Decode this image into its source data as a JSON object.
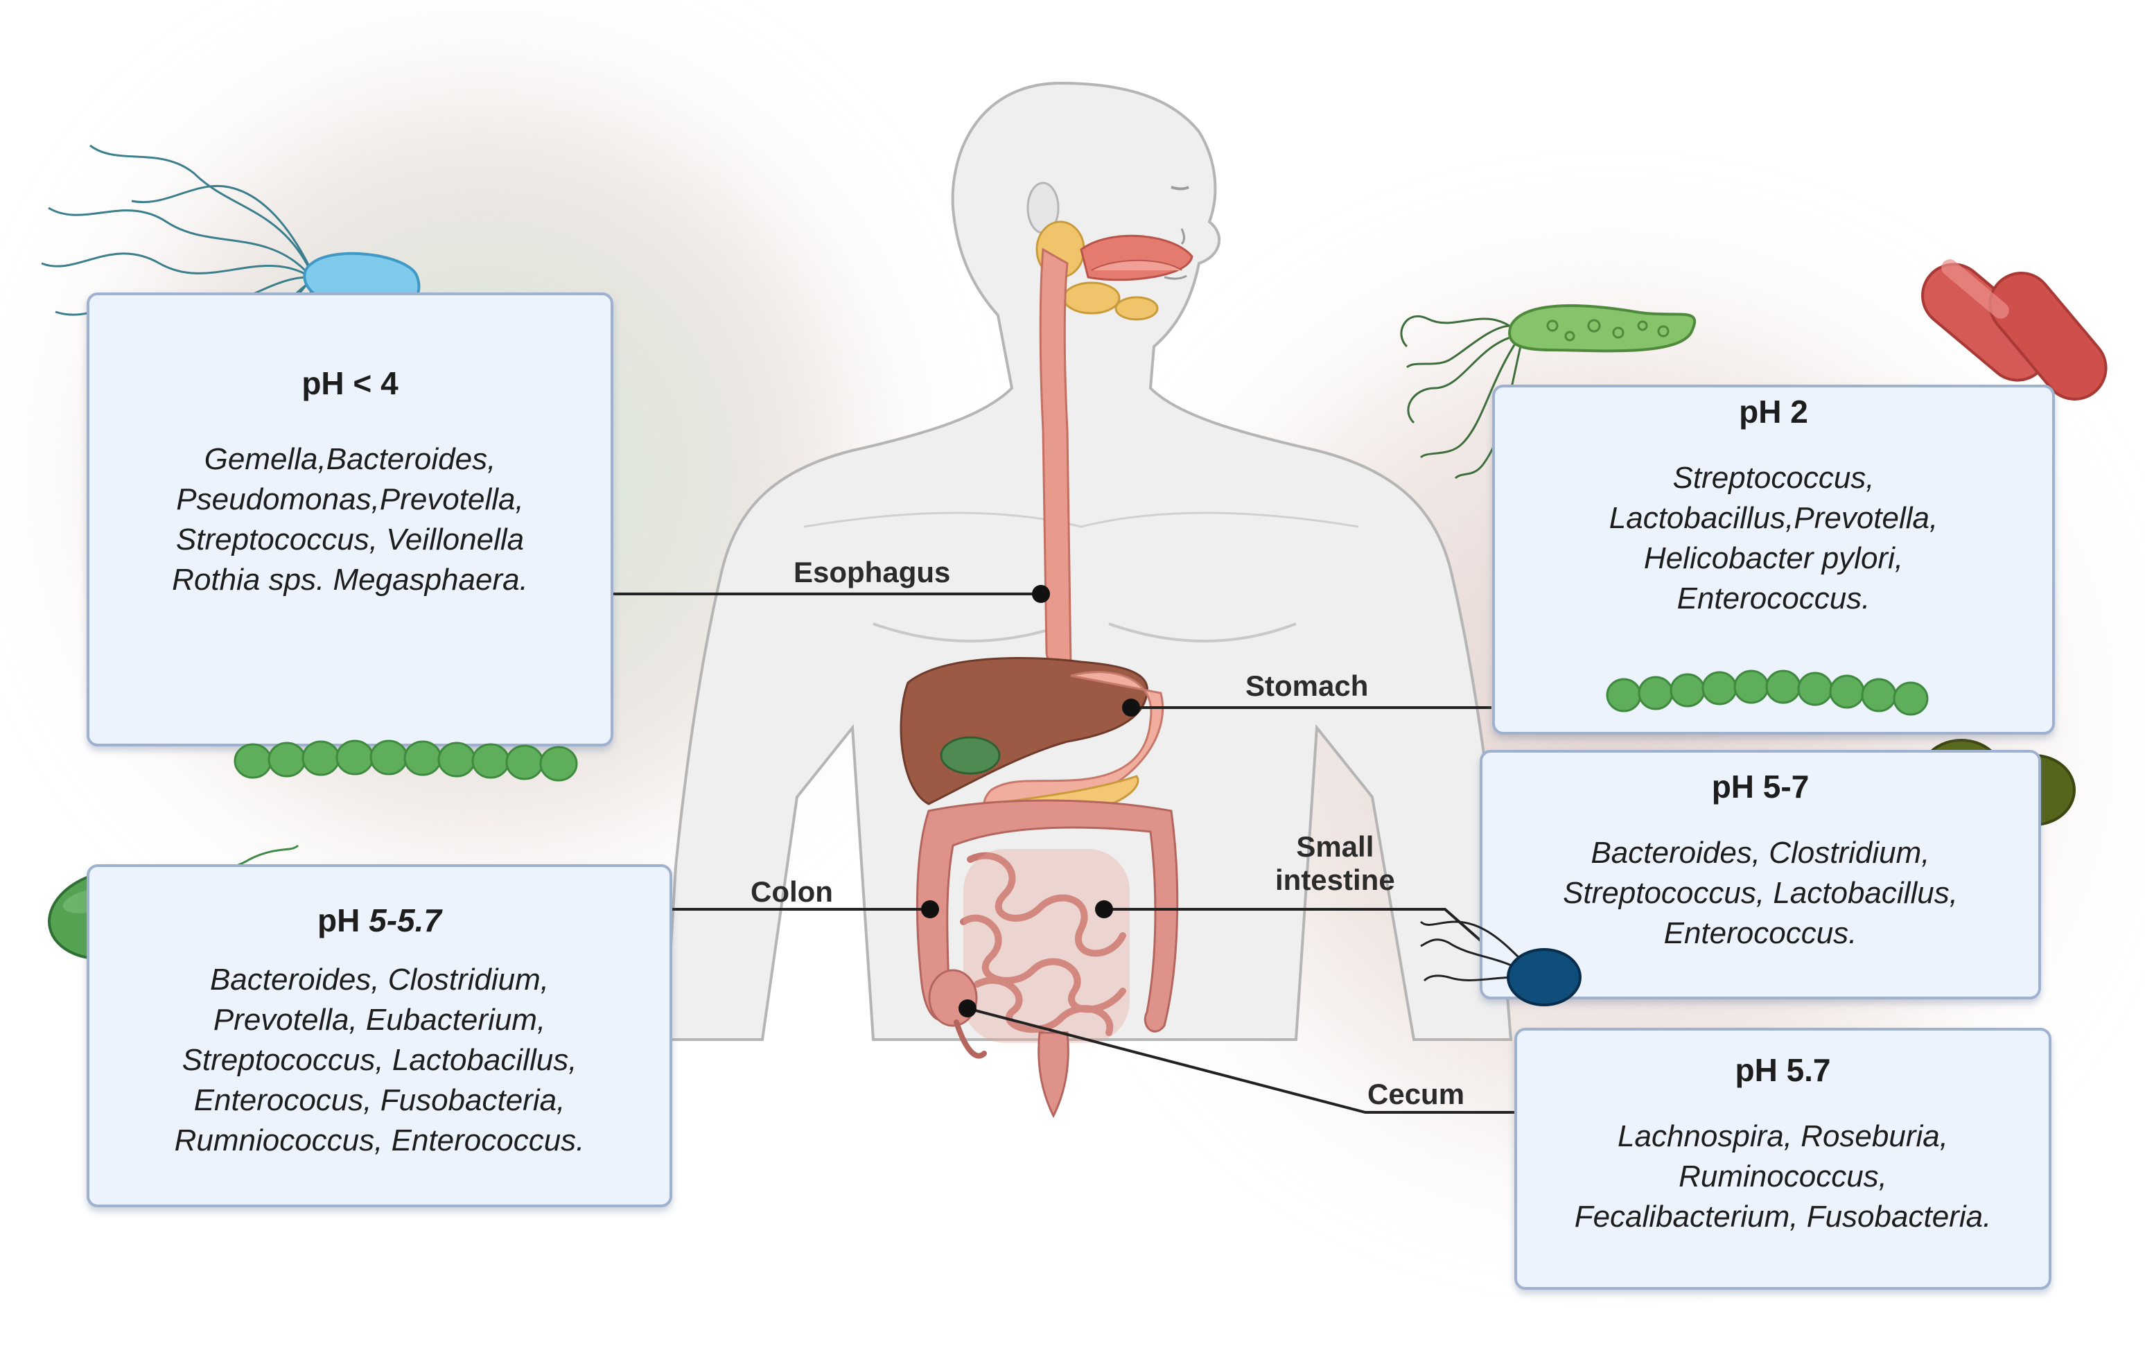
{
  "figure": {
    "organs": {
      "esophagus": "Esophagus",
      "stomach": "Stomach",
      "small_intestine_line1": "Small",
      "small_intestine_line2": "intestine",
      "colon": "Colon",
      "cecum": "Cecum"
    },
    "boxes": {
      "esophagus_box": {
        "title": "pH < 4",
        "genera": [
          "Gemella,Bacteroides,",
          "Pseudomonas,Prevotella,",
          "Streptococcus, Veillonella",
          "Rothia sps. Megasphaera."
        ]
      },
      "stomach_box": {
        "title": "pH 2",
        "genera": [
          "Streptococcus,",
          "Lactobacillus,Prevotella,",
          "Helicobacter pylori,",
          "Enterococcus."
        ]
      },
      "small_intestine_box": {
        "title": "pH 5-7",
        "genera": [
          "Bacteroides, Clostridium,",
          "Streptococcus, Lactobacillus,",
          "Enterococcus."
        ]
      },
      "colon_box": {
        "title_prefix": "pH ",
        "title_range": "5-5.7",
        "genera": [
          "Bacteroides, Clostridium,",
          "Prevotella, Eubacterium,",
          "Streptococcus, Lactobacillus,",
          "Enterococus, Fusobacteria,",
          "Rumniococcus, Enterococcus."
        ]
      },
      "cecum_box": {
        "title": "pH 5.7",
        "genera": [
          "Lachnospira, Roseburia,",
          "Ruminococcus,",
          "Fecalibacterium, Fusobacteria."
        ]
      }
    },
    "colors": {
      "box_fill": "#edf3fc",
      "box_border": "#9eb2cf",
      "body_fill": "#efefef",
      "body_outline": "#b5b5b5",
      "esophagus": "#e89a8c",
      "liver": "#9c5a45",
      "stomach": "#f1ad9e",
      "intestine": "#df928a",
      "chain_bacteria": "#5fae5c",
      "flagellate_blue": "#7fcbec",
      "helicobacter_green": "#86c46b",
      "rod_red": "#d55a56",
      "diplococcus_olive": "#5a6a1e",
      "coccus_navy": "#0f4d7a",
      "coccus_green": "#55a352",
      "leader_line": "#222222"
    },
    "icons": [
      "flagellated-rod-bacterium-icon",
      "helicobacter-bacterium-icon",
      "rod-bacteria-pair-icon",
      "streptococcus-chain-icon",
      "diplococcus-icon",
      "flagellated-coccus-icon",
      "human-torso-icon",
      "digestive-tract-icon"
    ]
  }
}
